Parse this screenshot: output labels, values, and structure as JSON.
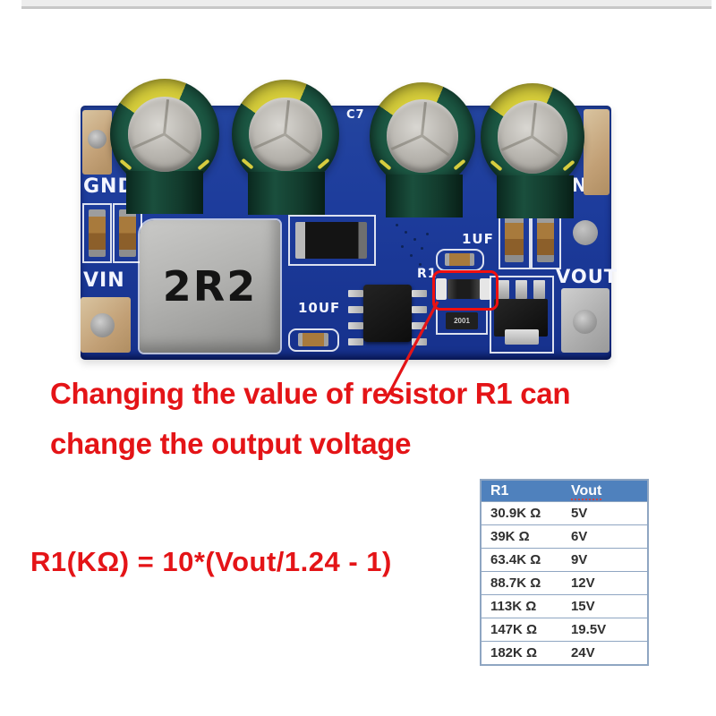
{
  "board": {
    "labels": {
      "gnd_left": "GND",
      "vin": "VIN",
      "gnd_right": "GND",
      "vout": "VOUT",
      "c7": "C7",
      "cap_10uf": "10UF",
      "cap_1uf": "1UF",
      "r1": "R1",
      "inductor": "2R2",
      "resistor_2001": "2001"
    }
  },
  "annotation": {
    "caption_line1": "Changing the value of resistor R1 can",
    "caption_line2": "change the output voltage",
    "formula": "R1(KΩ) = 10*(Vout/1.24 - 1)"
  },
  "table": {
    "headers": [
      "R1",
      "Vout"
    ],
    "rows": [
      [
        "30.9K Ω",
        "5V"
      ],
      [
        "39K Ω",
        "6V"
      ],
      [
        "63.4K Ω",
        "9V"
      ],
      [
        "88.7K Ω",
        "12V"
      ],
      [
        "113K Ω",
        "15V"
      ],
      [
        "147K Ω",
        "19.5V"
      ],
      [
        "182K Ω",
        "24V"
      ]
    ]
  },
  "colors": {
    "pcb_blue": "#1d3c9c",
    "capacitor_green": "#1d5a45",
    "capacitor_stripe_yellow": "#d9d03b",
    "annotation_red": "#e41417",
    "table_header_blue": "#4f81bd"
  }
}
